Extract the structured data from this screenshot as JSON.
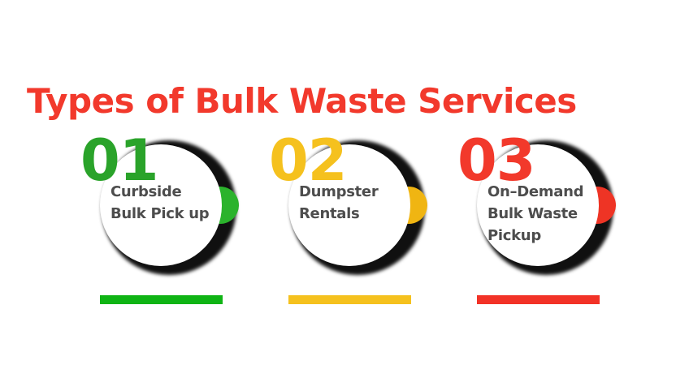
{
  "page": {
    "background": "#ffffff"
  },
  "title": {
    "text": "Types of Bulk Waste Services",
    "color": "#f2392c"
  },
  "label_text_color": "#4d4d4d",
  "shadow_color": "#101010",
  "services": [
    {
      "number": "01",
      "lines": [
        "Curbside",
        "Bulk Pick up"
      ],
      "colors": {
        "number": "#2aa32a",
        "tab": "#2bb32c",
        "bar": "#0fb414"
      }
    },
    {
      "number": "02",
      "lines": [
        "Dumpster",
        "Rentals"
      ],
      "colors": {
        "number": "#f5c11e",
        "tab": "#f0b512",
        "bar": "#f5c11e"
      }
    },
    {
      "number": "03",
      "lines": [
        "On–Demand",
        "Bulk Waste",
        "Pickup"
      ],
      "colors": {
        "number": "#f2392b",
        "tab": "#ee3425",
        "bar": "#f23227"
      }
    }
  ]
}
